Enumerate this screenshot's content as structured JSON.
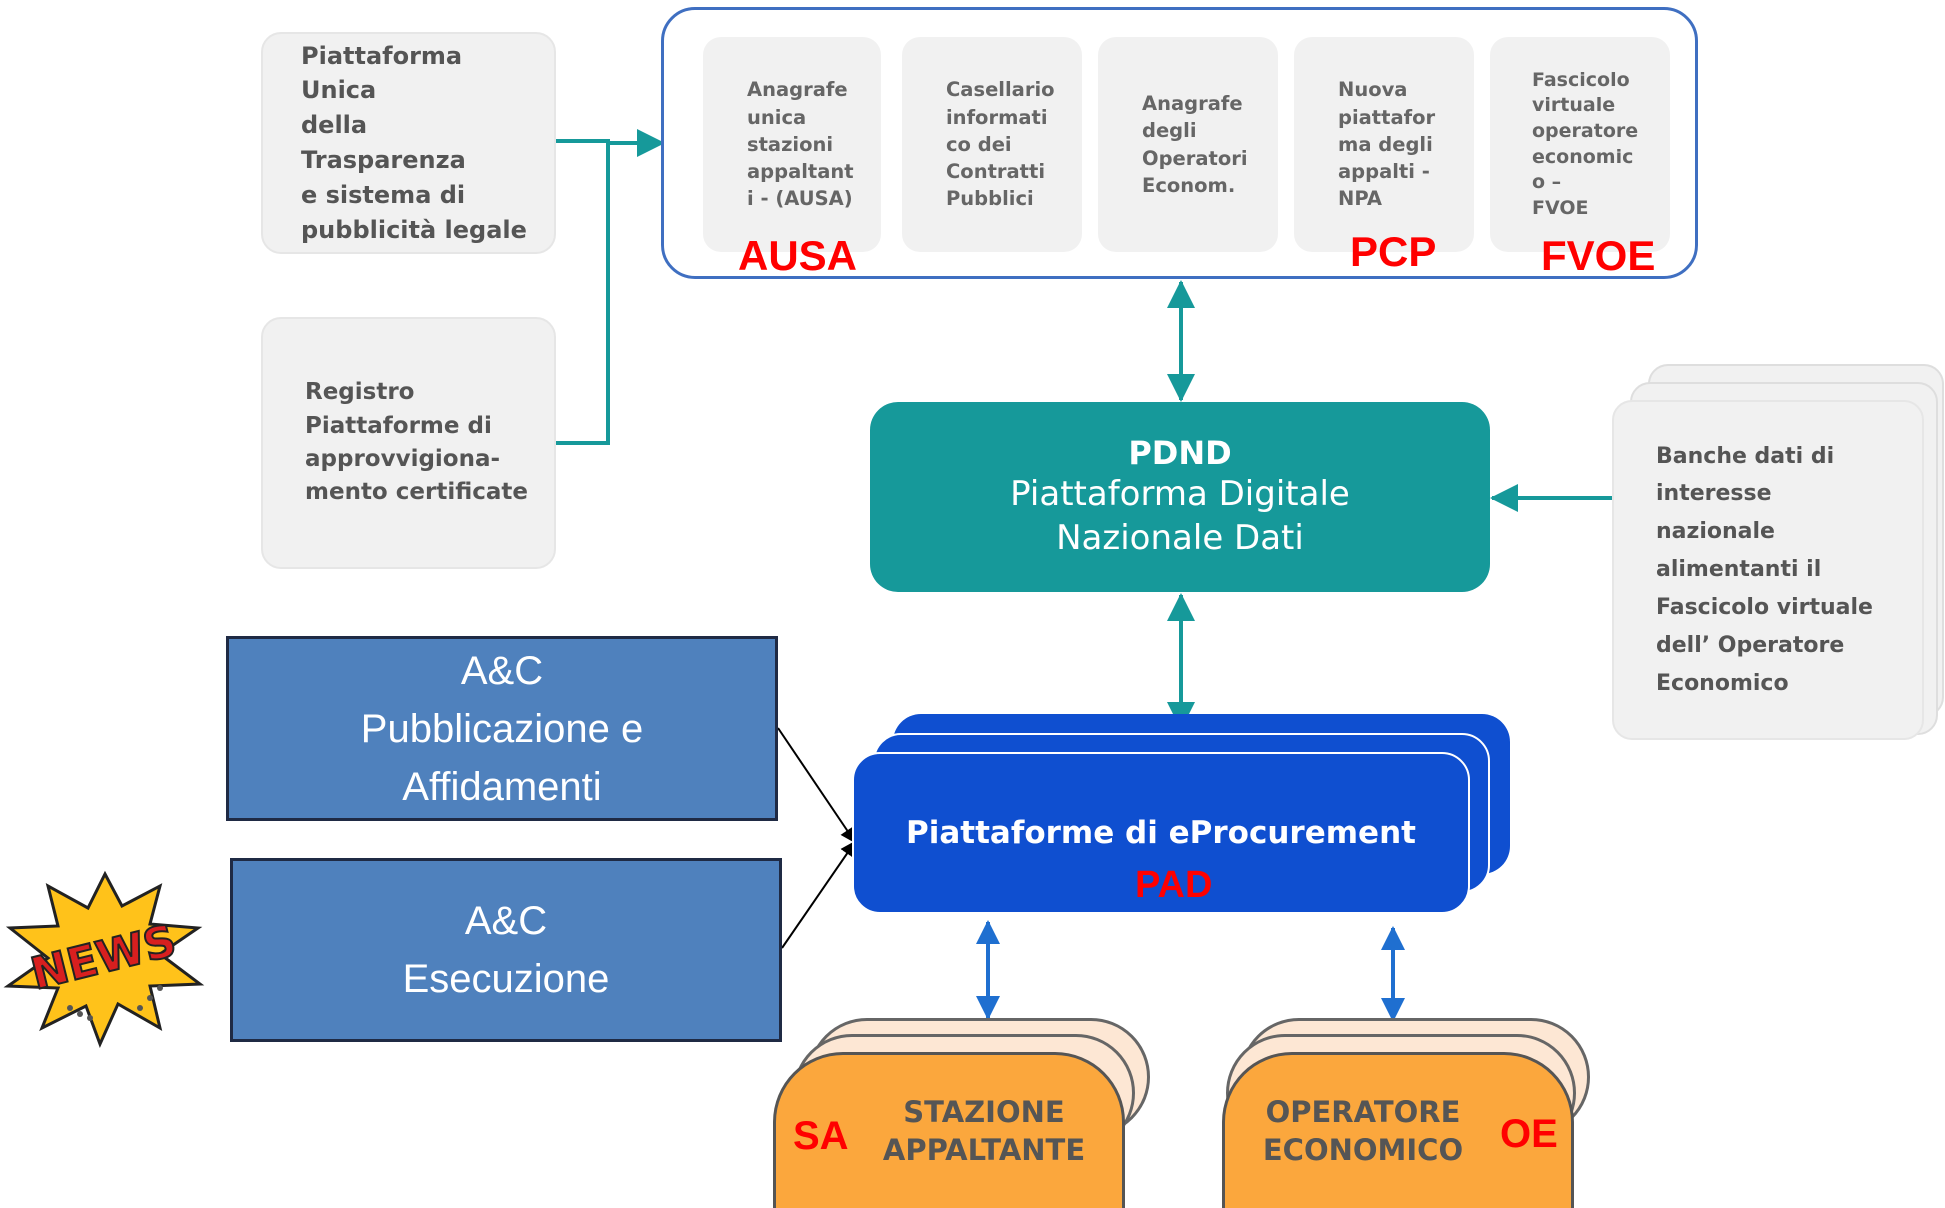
{
  "left_boxes": {
    "piattaforma_unica": "Piattaforma Unica\ndella Trasparenza\ne sistema di\npubblicità legale",
    "registro": "Registro\nPiattaforme di\napprovvigiona-\nmento certificate"
  },
  "top_cards": [
    {
      "text": "Anagrafe\nunica\nstazioni\nappaltant\ni - (AUSA)",
      "label": "AUSA"
    },
    {
      "text": "Casellario\ninformati\nco dei\nContratti\nPubblici",
      "label": ""
    },
    {
      "text": "Anagrafe\ndegli\nOperatori\nEconom.",
      "label": ""
    },
    {
      "text": "Nuova\npiattafor\nma degli\nappalti -\nNPA",
      "label": "PCP"
    },
    {
      "text": "Fascicolo\nvirtuale\noperatore\neconomic\no –\nFVOE",
      "label": "FVOE"
    }
  ],
  "pdnd": {
    "title": "PDND",
    "subtitle": "Piattaforma Digitale\nNazionale Dati"
  },
  "banche_dati": "Banche dati di\ninteresse\nnazionale\nalimentanti il\nFascicolo virtuale\ndell’ Operatore\nEconomico",
  "eprocurement": {
    "title": "Piattaforme di eProcurement",
    "label": "PAD"
  },
  "ac_boxes": {
    "pubblicazione": "A&C\nPubblicazione e\nAffidamenti",
    "esecuzione": "A&C\nEsecuzione"
  },
  "news_badge": "NEWS",
  "stazione": {
    "text": "STAZIONE\nAPPALTANTE",
    "label": "SA"
  },
  "operatore": {
    "text": "OPERATORE\nECONOMICO",
    "label": "OE"
  },
  "colors": {
    "teal": "#16999a",
    "eproc_blue": "#0f4fd0",
    "ac_blue": "#4f81bd",
    "orange": "#fba73d",
    "red_label": "#ff0000"
  }
}
